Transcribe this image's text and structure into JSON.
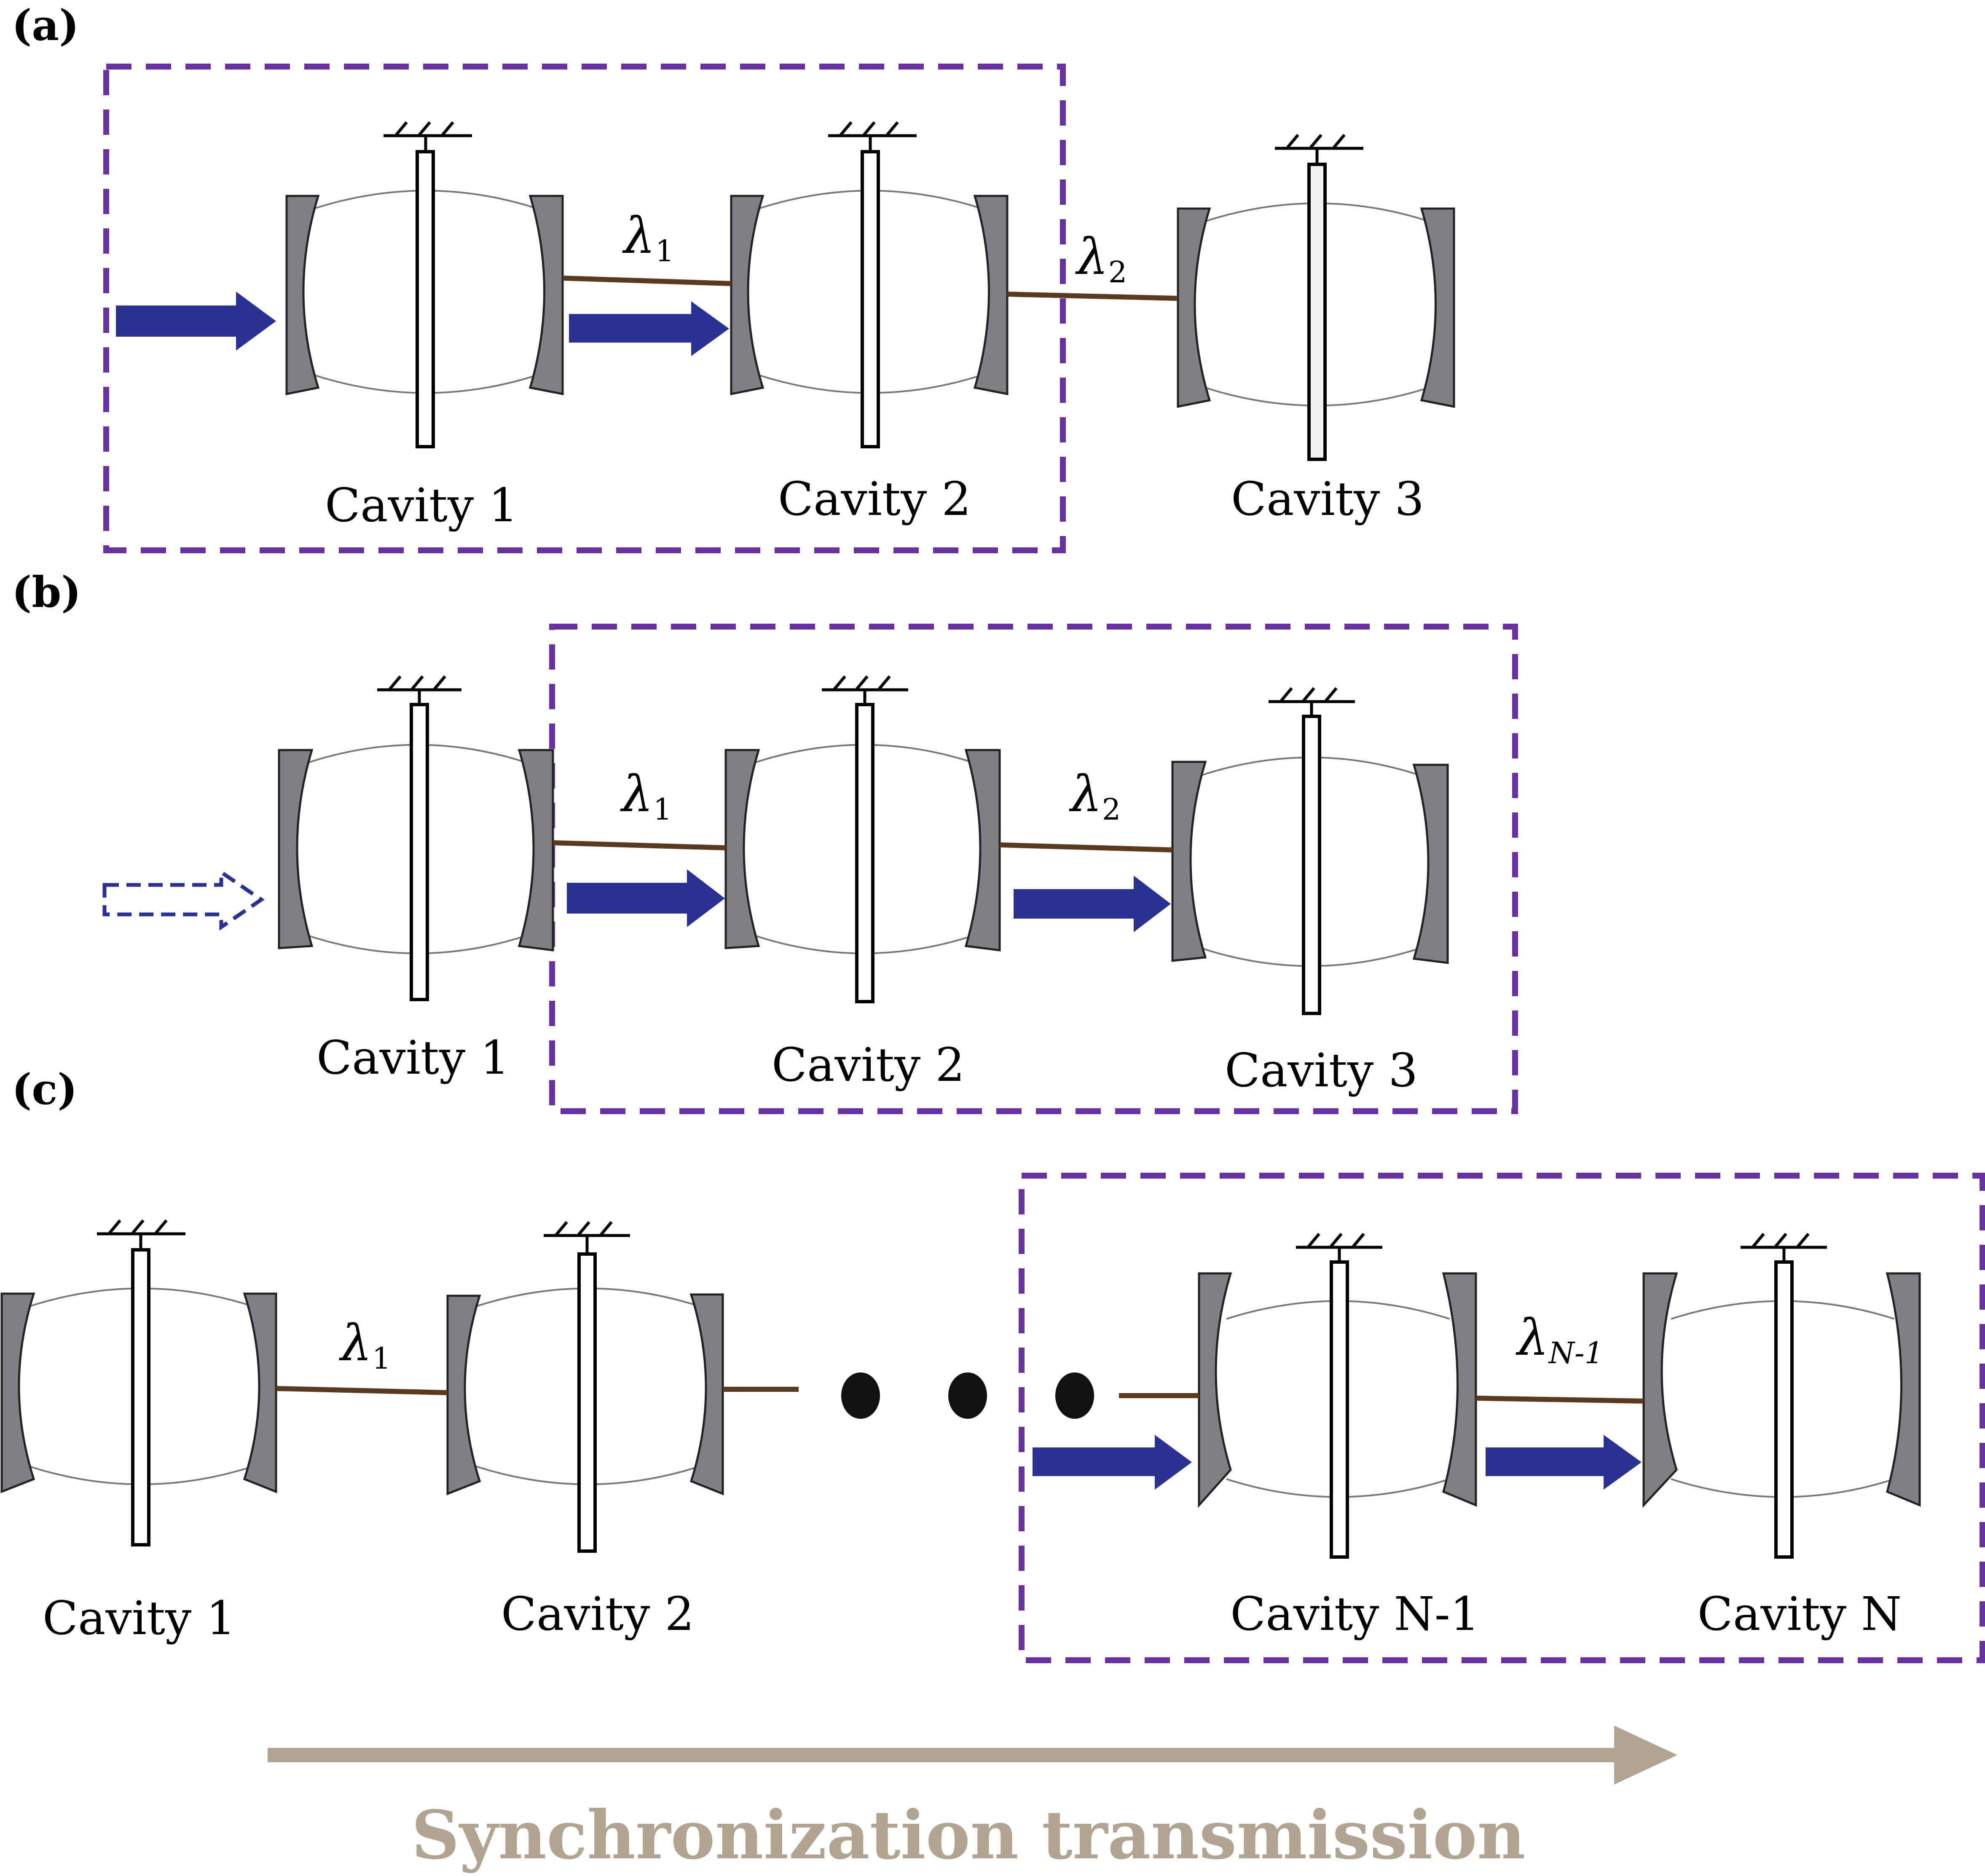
{
  "panels": [
    {
      "label": "(a)",
      "cavities": [
        "Cavity 1",
        "Cavity 2",
        "Cavity 3"
      ],
      "couplings": [
        {
          "symbol": "λ",
          "sub": "1"
        },
        {
          "symbol": "λ",
          "sub": "2"
        }
      ]
    },
    {
      "label": "(b)",
      "cavities": [
        "Cavity 1",
        "Cavity 2",
        "Cavity 3"
      ],
      "couplings": [
        {
          "symbol": "λ",
          "sub": "1"
        },
        {
          "symbol": "λ",
          "sub": "2"
        }
      ]
    },
    {
      "label": "(c)",
      "cavities": [
        "Cavity 1",
        "Cavity 2",
        "Cavity N-1",
        "Cavity N"
      ],
      "couplings": [
        {
          "symbol": "λ",
          "sub": "1"
        },
        {
          "symbol": "λ",
          "sub": "N-1"
        }
      ]
    }
  ],
  "caption": "Synchronization transmission",
  "colors": {
    "highlight_box": "#6a2fa0",
    "signal_arrow": "#2b3190",
    "coupling_spring": "#5b3a1e",
    "mirror": "#808084",
    "caption": "#b0a493"
  }
}
